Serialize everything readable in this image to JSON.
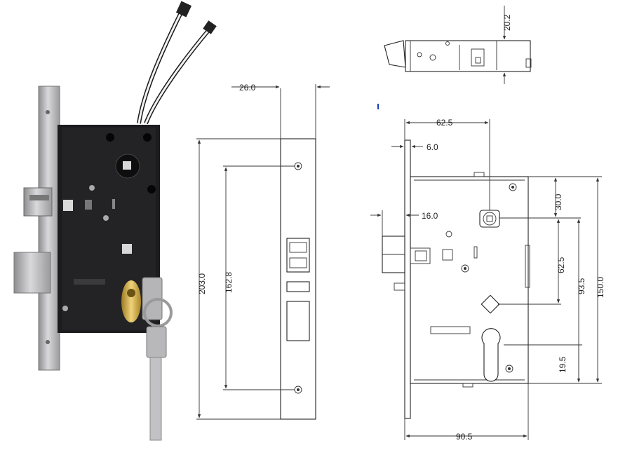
{
  "front_view": {
    "width_label": "26.0",
    "height_label": "203.0",
    "screw_spacing_label": "162.8"
  },
  "top_view": {
    "depth_label": "20.2"
  },
  "side_view": {
    "backset_label": "62.5",
    "faceplate_label": "6.0",
    "latch_label": "16.0",
    "body_width_label": "90.5",
    "dim_30": "30.0",
    "dim_62_5": "62.5",
    "dim_93_5": "93.5",
    "dim_150": "150.0",
    "dim_19_5": "19.5"
  },
  "colors": {
    "body": "#1c1c1e",
    "faceplate": "#b9b9bb",
    "brass": "#c9a13a",
    "line": "#333333"
  }
}
